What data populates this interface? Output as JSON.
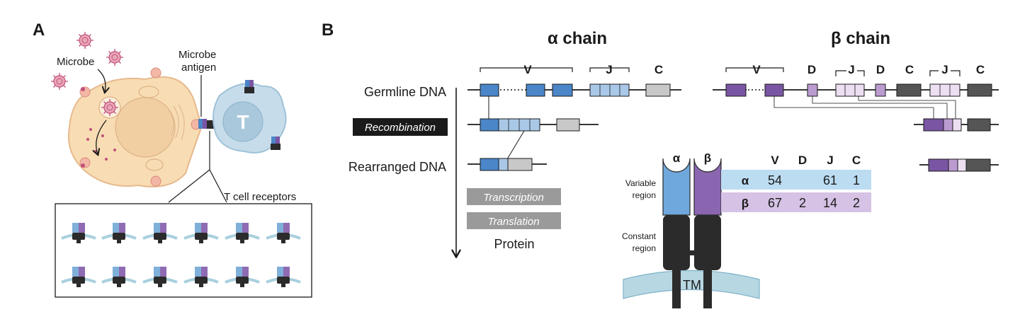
{
  "panel_a": {
    "label": "A",
    "microbe_label": "Microbe",
    "antigen_label_1": "Microbe",
    "antigen_label_2": "antigen",
    "t_cell_letter": "T",
    "receptors_label": "T cell receptors"
  },
  "panel_b": {
    "label": "B",
    "alpha_title": "α chain",
    "beta_title": "β chain",
    "alpha_segments": {
      "v": "V",
      "j": "J",
      "c": "C"
    },
    "beta_segments": {
      "v": "V",
      "d1": "D",
      "j1": "J",
      "d2": "D",
      "c1": "C",
      "j2": "J",
      "c2": "C"
    },
    "rows": {
      "germline": "Germline DNA",
      "recombination": "Recombination",
      "rearranged": "Rearranged DNA",
      "transcription": "Transcription",
      "translation": "Translation",
      "protein": "Protein"
    },
    "receptor": {
      "alpha_symbol": "α",
      "beta_symbol": "β",
      "variable_region_1": "Variable",
      "variable_region_2": "region",
      "constant_region_1": "Constant",
      "constant_region_2": "region",
      "tm": "TM"
    },
    "table": {
      "headers": [
        "V",
        "D",
        "J",
        "C"
      ],
      "rows": [
        {
          "chain": "α",
          "V": "54",
          "D": "",
          "J": "61",
          "C": "1"
        },
        {
          "chain": "β",
          "V": "67",
          "D": "2",
          "J": "14",
          "C": "2"
        }
      ]
    }
  },
  "colors": {
    "alpha_v": "#4a86c8",
    "alpha_j": "#a9c8e8",
    "alpha_c": "#c8c8c8",
    "beta_v": "#7a55a3",
    "beta_d": "#bb9bd0",
    "beta_j": "#ecdff2",
    "beta_c": "#555555",
    "cell": "#f8dcb4",
    "t_cell": "#c6dcea",
    "alpha_row_bg": "#bcdcf2",
    "beta_row_bg": "#d5c2e4",
    "membrane": "#b7d7e3"
  }
}
